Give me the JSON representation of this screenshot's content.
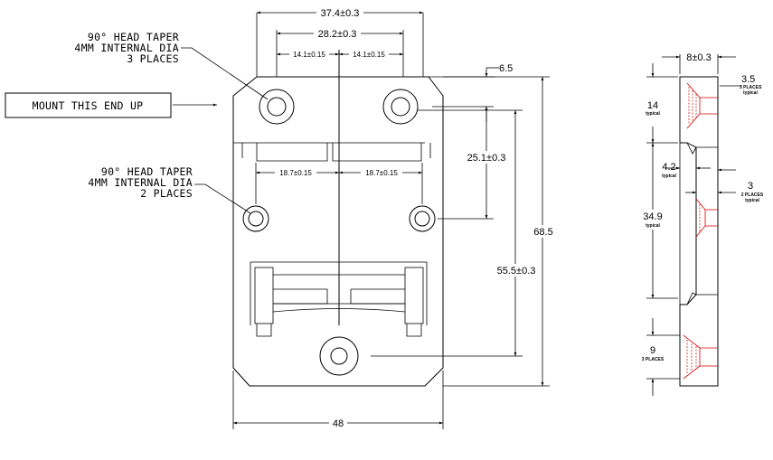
{
  "callout_top": {
    "line1": "90° HEAD TAPER",
    "line2": "4MM INTERNAL DIA",
    "line3": "3 PLACES"
  },
  "callout_mid": {
    "line1": "90° HEAD TAPER",
    "line2": "4MM INTERNAL DIA",
    "line3": "2 PLACES"
  },
  "mount_label": "MOUNT THIS END UP",
  "front_view_dims": {
    "overall_hole_span": "37.4±0.3",
    "upper_slot_span": "28.2±0.3",
    "left_half_slot": "14.1±0.15",
    "right_half_slot": "14.1±0.15",
    "left_half_mid": "18.7±0.15",
    "right_half_mid": "18.7±0.15",
    "top_offset": "6.5",
    "hole_vertical_spacing": "25.1±0.3",
    "overall_height": "68.5",
    "bottom_hole_distance": "55.5±0.3",
    "overall_width": "48"
  },
  "side_view_dims": {
    "thickness": "8±0.3",
    "countersink_depth": "3.5",
    "countersink_note": "3 PLACES",
    "countersink_note2": "typical",
    "upper_hook_height": "14",
    "upper_hook_note": "typical",
    "hook_depth": "4.2",
    "hook_depth_note": "typical",
    "mid_recess": "3",
    "mid_recess_note": "2 PLACES",
    "mid_recess_note2": "typical",
    "middle_height": "34.9",
    "middle_height_note": "typical",
    "lower_height": "9",
    "lower_height_note": "3 PLACES"
  },
  "colors": {
    "line": "#000000",
    "hidden_detail": "#d40000",
    "background": "#ffffff"
  }
}
